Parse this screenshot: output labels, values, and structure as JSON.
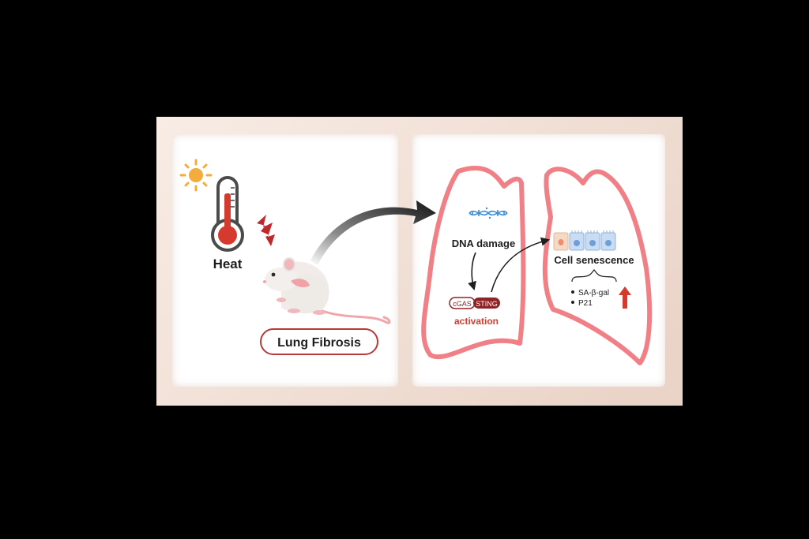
{
  "left": {
    "heat_label": "Heat",
    "outcome_label": "Lung Fibrosis"
  },
  "right": {
    "dna_label": "DNA damage",
    "cgas_label": "cGAS",
    "sting_label": "STING",
    "activation_label": "activation",
    "senescence_label": "Cell senescence",
    "markers": [
      "SA-β-gal",
      "P21"
    ]
  },
  "colors": {
    "lung_outline": "#f07f86",
    "accent_red": "#d63a2e",
    "dark_red": "#8e2327",
    "dna_blue": "#3b8fd3",
    "sun": "#f4ad3c"
  }
}
